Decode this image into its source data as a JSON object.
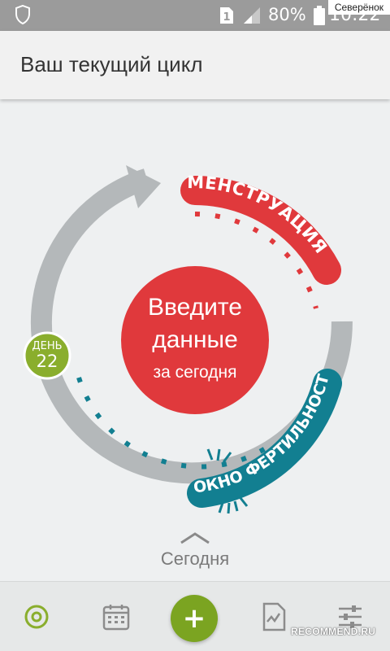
{
  "status_bar": {
    "sim_number": "1",
    "battery_percent": "80%",
    "time": "10:22",
    "icons": [
      "shield-icon",
      "sim-icon",
      "signal-icon",
      "battery-icon"
    ]
  },
  "watermark_top": "Северёнок",
  "header": {
    "title": "Ваш текущий цикл"
  },
  "cycle": {
    "menstruation_label": "МЕНСТРУАЦИЯ",
    "fertility_label": "ОКНО ФЕРТИЛЬНОСТИ",
    "day_label": "ДЕНЬ",
    "day_number": "22",
    "center_line1": "Введите",
    "center_line2": "данные",
    "center_line3": "за сегодня"
  },
  "today": {
    "label": "Сегодня"
  },
  "bottom_nav": {
    "items": [
      "cycle-icon",
      "calendar-icon",
      "add-icon",
      "notes-icon",
      "settings-sliders-icon"
    ],
    "fab_symbol": "+"
  },
  "watermark_bottom": "RECOMMEND.RU",
  "colors": {
    "accent_green": "#7ba421",
    "menstruation_red": "#e0393c",
    "fertility_teal": "#127f91",
    "ring_gray": "#b4b8ba",
    "status_gray": "#9b9b9b"
  }
}
